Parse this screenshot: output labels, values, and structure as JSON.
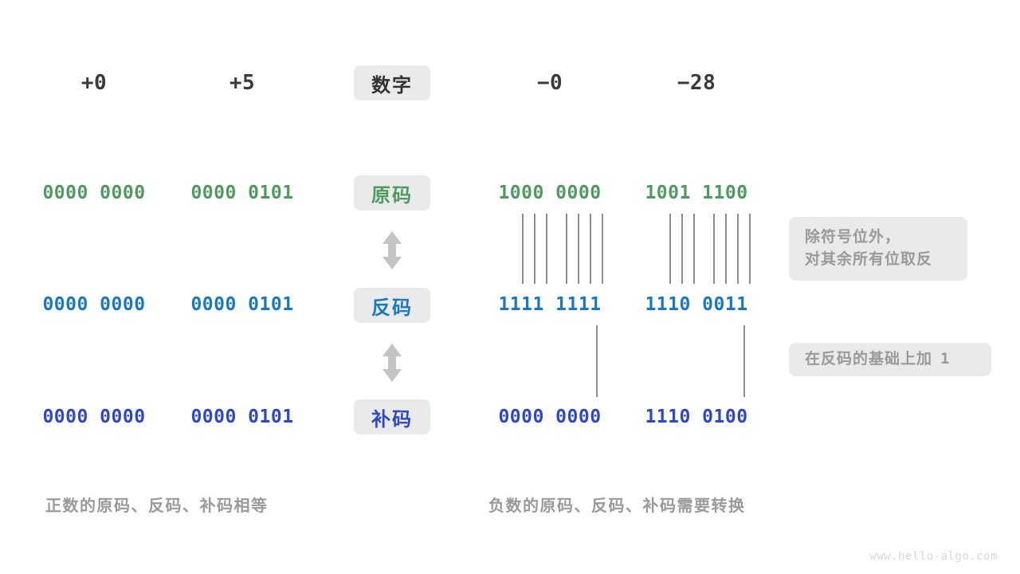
{
  "diagram": {
    "title_watermark": "www.hello-algo.com",
    "row_labels": [
      {
        "text": "数字",
        "color": "#333333",
        "style": "dark"
      },
      {
        "text": "原码",
        "color": "#4f9a5f",
        "style": "green"
      },
      {
        "text": "反码",
        "color": "#1a78c2",
        "style": "blue"
      },
      {
        "text": "补码",
        "color": "#2f48c8",
        "style": "indigo"
      }
    ],
    "columns": [
      {
        "header": "+0",
        "sign": "positive"
      },
      {
        "header": "+5",
        "sign": "positive"
      },
      {
        "header": "−0",
        "sign": "negative"
      },
      {
        "header": "−28",
        "sign": "negative"
      }
    ],
    "rows": {
      "original": {
        "label": "原码",
        "color": "#4f9a5f",
        "values": [
          "0000 0000",
          "0000 0101",
          "1000 0000",
          "1001 1100"
        ]
      },
      "ones_complement": {
        "label": "反码",
        "color": "#1a78c2",
        "values": [
          "0000 0000",
          "0000 0101",
          "1111 1111",
          "1110 0011"
        ]
      },
      "twos_complement": {
        "label": "补码",
        "color": "#2f48c8",
        "values": [
          "0000 0000",
          "0000 0101",
          "0000 0000",
          "1110 0100"
        ]
      }
    },
    "notes": [
      {
        "id": "invert-note",
        "lines": [
          "除符号位外，",
          "对其余所有位取反"
        ]
      },
      {
        "id": "plus-one-note",
        "lines": [
          "在反码的基础上加  1"
        ],
        "trailing_number": "1",
        "text_prefix": "在反码的基础上加"
      }
    ],
    "captions": [
      {
        "id": "positive-caption",
        "text": "正数的原码、反码、补码相等"
      },
      {
        "id": "negative-caption",
        "text": "负数的原码、反码、补码需要转换"
      }
    ],
    "colors": {
      "green": "#4f9a5f",
      "blue": "#1a78c2",
      "indigo": "#2f48c8",
      "gray_text": "#9a9a9a",
      "pill_bg": "#eaeaea",
      "arrow": "#c4c4c4",
      "line": "#8e8e8e",
      "dark": "#333333",
      "background": "#ffffff"
    },
    "arrows": [
      {
        "id": "arrow-original-to-ones",
        "direction": "up-down"
      },
      {
        "id": "arrow-ones-to-twos",
        "direction": "up-down"
      }
    ]
  }
}
